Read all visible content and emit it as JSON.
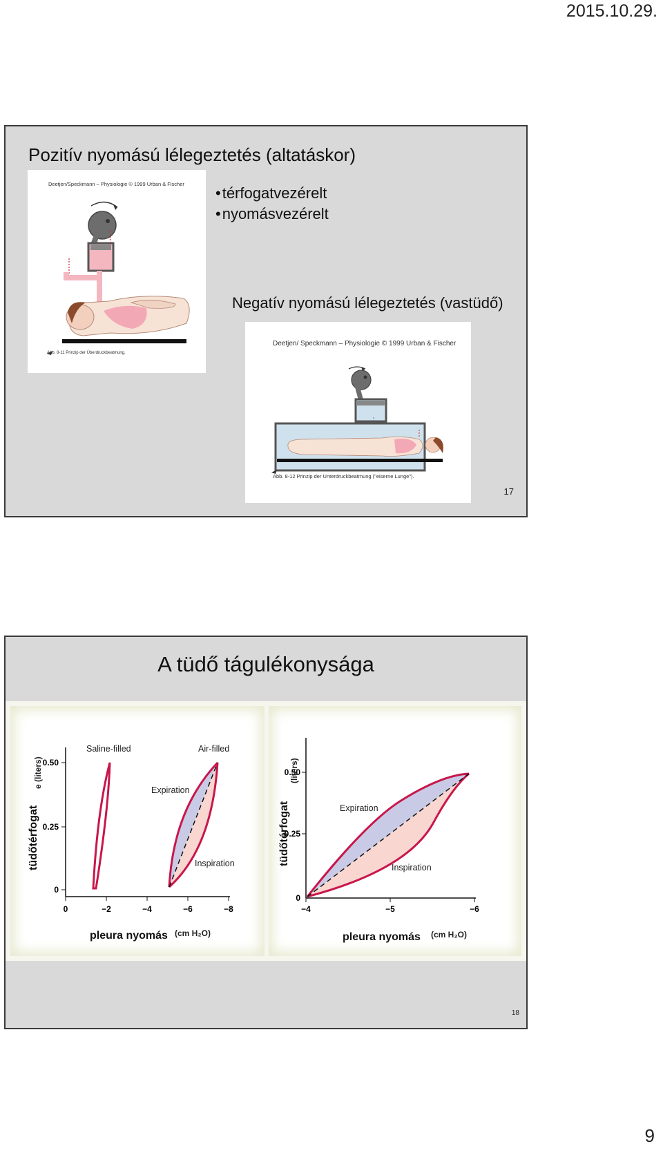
{
  "header": {
    "date": "2015.10.29."
  },
  "footer": {
    "page_number": "9"
  },
  "slide17": {
    "title": "Pozitív nyomású lélegeztetés (altatáskor)",
    "bullets": [
      "térfogatvezérelt",
      "nyomásvezérelt"
    ],
    "subtitle": "Negatív nyomású lélegeztetés (vastüdő)",
    "figure1": {
      "credit": "Deetjen/Speckmann – Physiologie © 1999 Urban & Fischer",
      "caption": "Abb. 8-11   Prinzip der Überdruckbeatmung."
    },
    "figure2": {
      "credit": "Deetjen/ Speckmann – Physiologie © 1999 Urban & Fischer",
      "caption": "Abb. 8-12   Prinzip der Unterdruckbeatmung (\"eiserne Lunge\")."
    },
    "slide_number": "17"
  },
  "slide18": {
    "title": "A tüdő tágulékonysága",
    "slide_number": "18",
    "left_chart": {
      "ylabel": "tüdőtérfogat",
      "ylabel_unit": "e (liters)",
      "xlabel": "pleura nyomás",
      "xunit": "(cm H₂O)",
      "series_labels": [
        "Saline-filled",
        "Air-filled",
        "Expiration",
        "Inspiration"
      ],
      "x_ticks": [
        "0",
        "−2",
        "−4",
        "−6",
        "−8"
      ],
      "y_ticks": [
        "0",
        "0.25",
        "0.50"
      ]
    },
    "right_chart": {
      "ylabel": "tüdőtérfogat",
      "ylabel_unit": "(liters)",
      "xlabel": "pleura nyomás",
      "xunit": "(cm H₂O)",
      "series_labels": [
        "Expiration",
        "Inspiration"
      ],
      "x_ticks": [
        "−4",
        "−5",
        "−6"
      ],
      "y_ticks": [
        "0",
        "0.25",
        "0.50"
      ]
    }
  },
  "colors": {
    "slide_bg": "#d9d9d9",
    "curve": "#c8174b",
    "expiration_fill": "#c9cbe6",
    "inspiration_fill": "#f9d7d0",
    "patient_pink": "#f3a9b5"
  }
}
